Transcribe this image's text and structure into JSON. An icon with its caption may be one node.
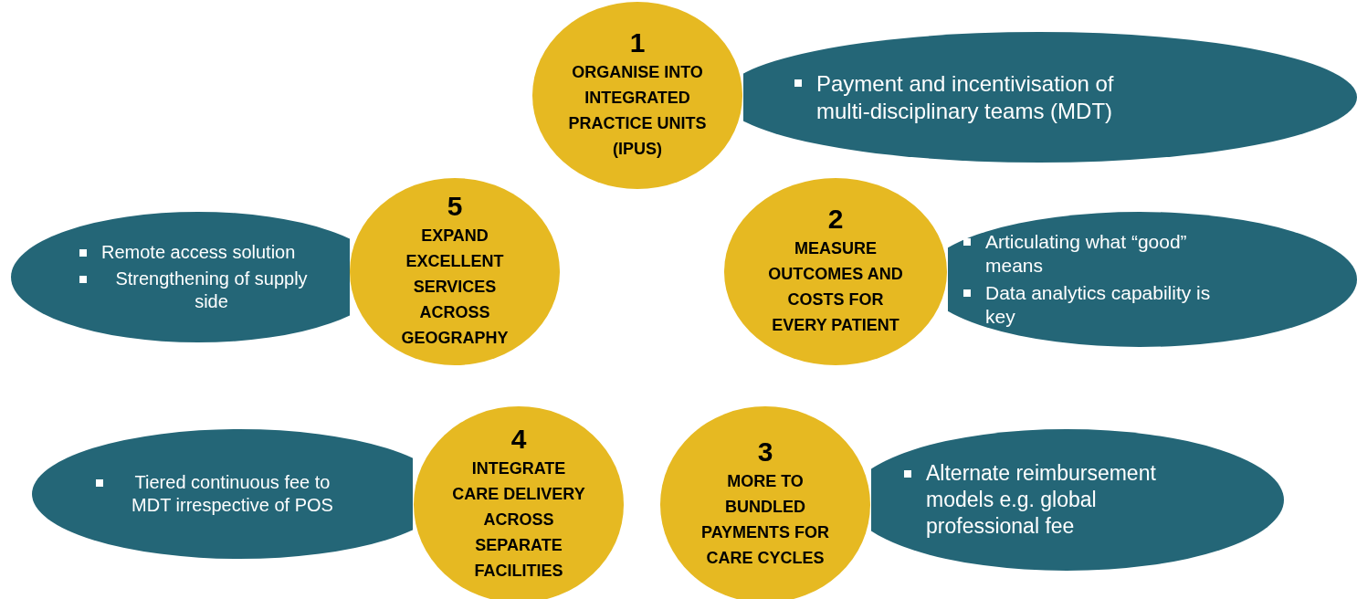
{
  "diagram": {
    "nodes": [
      {
        "text": [
          "1",
          "ORGANISE INTO INTEGRATED PRACTICE UNITS (IPUS)"
        ]
      },
      {
        "text": [
          "Payment and incentivisation of multi-disciplinary teams (MDT)"
        ]
      },
      {
        "text": [
          "Remote access solution",
          "Strengthening of supply side"
        ]
      },
      {
        "text": [
          "5",
          "EXPAND EXCELLENT SERVICES ACROSS GEOGRAPHY"
        ]
      },
      {
        "text": [
          "2",
          "MEASURE OUTCOMES AND COSTS FOR EVERY PATIENT"
        ]
      },
      {
        "text": [
          "Articulating what “good” means",
          "Data analytics capability is key"
        ]
      },
      {
        "text": [
          "Tiered continuous fee to MDT irrespective of POS"
        ]
      },
      {
        "text": [
          "4",
          "INTEGRATE CARE DELIVERY ACROSS SEPARATE FACILITIES"
        ]
      },
      {
        "text": [
          "3",
          "MORE TO BUNDLED PAYMENTS FOR CARE CYCLES"
        ]
      },
      {
        "text": [
          "Alternate reimbursement models e.g. global professional fee"
        ]
      }
    ]
  }
}
